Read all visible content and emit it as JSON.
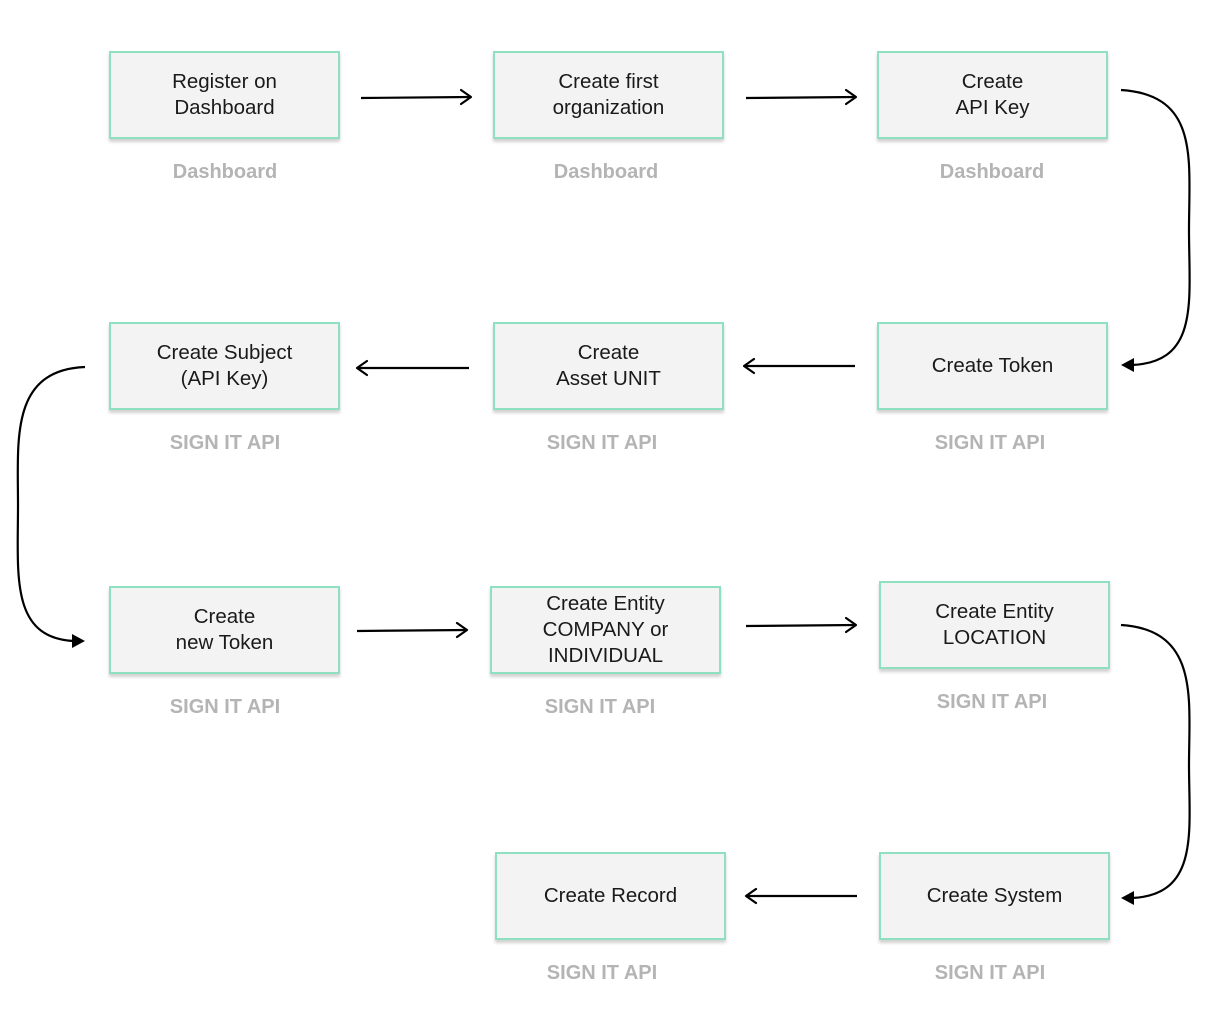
{
  "steps": [
    {
      "id": "register",
      "label": "Register on\nDashboard",
      "platform": "Dashboard"
    },
    {
      "id": "org",
      "label": "Create first\norganization",
      "platform": "Dashboard"
    },
    {
      "id": "apikey",
      "label": "Create\nAPI Key",
      "platform": "Dashboard"
    },
    {
      "id": "token",
      "label": "Create Token",
      "platform": "SIGN IT API"
    },
    {
      "id": "asset",
      "label": "Create\nAsset UNIT",
      "platform": "SIGN IT API"
    },
    {
      "id": "subject",
      "label": "Create Subject\n(API Key)",
      "platform": "SIGN IT API"
    },
    {
      "id": "newtoken",
      "label": "Create\nnew Token",
      "platform": "SIGN IT API"
    },
    {
      "id": "entity",
      "label": "Create Entity\nCOMPANY or\nINDIVIDUAL",
      "platform": "SIGN IT API"
    },
    {
      "id": "location",
      "label": "Create Entity\nLOCATION",
      "platform": "SIGN IT API"
    },
    {
      "id": "system",
      "label": "Create System",
      "platform": "SIGN IT API"
    },
    {
      "id": "record",
      "label": "Create Record",
      "platform": "SIGN IT API"
    }
  ],
  "flow": [
    [
      "register",
      "org"
    ],
    [
      "org",
      "apikey"
    ],
    [
      "apikey",
      "token"
    ],
    [
      "token",
      "asset"
    ],
    [
      "asset",
      "subject"
    ],
    [
      "subject",
      "newtoken"
    ],
    [
      "newtoken",
      "entity"
    ],
    [
      "entity",
      "location"
    ],
    [
      "location",
      "system"
    ],
    [
      "system",
      "record"
    ]
  ],
  "colors": {
    "node_fill": "#f3f3f3",
    "node_border": "#8ee0c0",
    "caption": "#b4b4b4",
    "arrow": "#000000"
  }
}
